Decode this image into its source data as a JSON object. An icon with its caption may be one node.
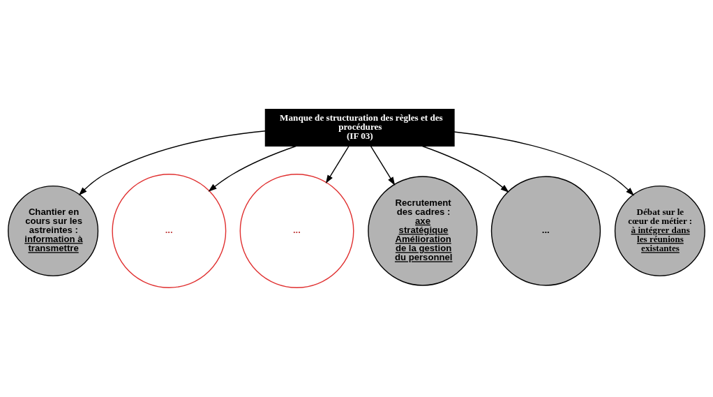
{
  "diagram": {
    "nodes": [
      {
        "text": [
          "Manque de structuration des règles et des procédures",
          "(IF 03)"
        ]
      },
      {
        "text": [
          "Chantier en cours sur les astreintes :",
          "information à transmettre"
        ]
      },
      {
        "text": [
          "..."
        ]
      },
      {
        "text": [
          "..."
        ]
      },
      {
        "text": [
          "Recrutement des cadres :",
          "axe stratégique Amélioration de la gestion du personnel"
        ]
      },
      {
        "text": [
          "..."
        ]
      },
      {
        "text": [
          "Débat sur le cœur de métier :",
          "à intégrer dans les réunions existantes"
        ]
      }
    ],
    "edges": [
      {
        "from": 0,
        "to": 1,
        "arrow": "to"
      },
      {
        "from": 0,
        "to": 2,
        "arrow": "to"
      },
      {
        "from": 0,
        "to": 3,
        "arrow": "to"
      },
      {
        "from": 0,
        "to": 4,
        "arrow": "to"
      },
      {
        "from": 0,
        "to": 5,
        "arrow": "to"
      },
      {
        "from": 0,
        "to": 6,
        "arrow": "to"
      }
    ]
  }
}
